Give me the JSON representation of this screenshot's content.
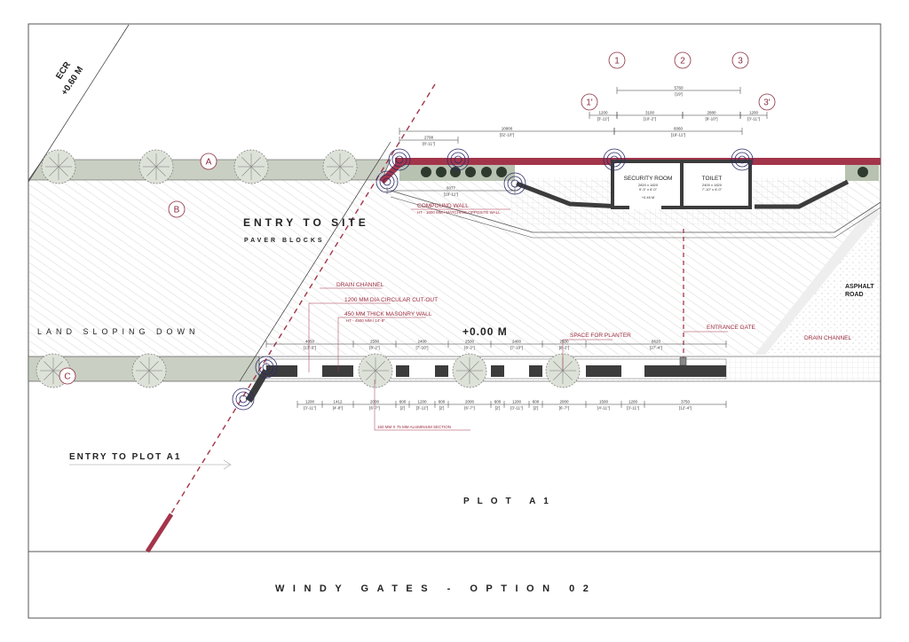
{
  "title": "WINDY GATES - OPTION 02",
  "labels": {
    "ecr": "ECR",
    "ecr_level": "+0.60 M",
    "entry_to_site": "ENTRY TO SITE",
    "paver_blocks": "PAVER BLOCKS",
    "land_sloping": "LAND SLOPING DOWN",
    "level_zero": "+0.00 M",
    "asphalt_road_1": "ASPHALT",
    "asphalt_road_2": "ROAD",
    "entry_to_plot": "ENTRY TO PLOT A1",
    "plot": "PLOT A1"
  },
  "annotations": {
    "compound_wall": "COMPOUND WALL",
    "compound_wall_sub": "HT - 1800 MM / MATCHING OPPOSITE WALL",
    "drain_channel_1": "DRAIN CHANNEL",
    "circular_cutout": "1200 MM DIA CIRCULAR CUT-OUT",
    "masonry_wall": "450 MM THICK MASONRY WALL",
    "masonry_wall_sub": "HT - 4500 MM / 14'-8\"",
    "space_for_planter": "SPACE FOR PLANTER",
    "entrance_gate": "ENTRANCE GATE",
    "drain_channel_2": "DRAIN CHANNEL",
    "aluminium_section": "150 MM X 75 MM ALUMINIUM SECTION"
  },
  "grid_markers": [
    "1",
    "2",
    "3",
    "1'",
    "3'",
    "A",
    "B",
    "C"
  ],
  "rooms": [
    {
      "name": "SECURITY ROOM",
      "size_mm": "2820 x 1820",
      "size_ft": "9'-3\" x 6'-0\"",
      "level": "+0.45 M"
    },
    {
      "name": "TOILET",
      "size_mm": "2400 x 1820",
      "size_ft": "7'-10\" x 6'-0\""
    }
  ],
  "dimensions_bottom": [
    {
      "mm": "1200",
      "ft": "[3'-11\"]"
    },
    {
      "mm": "1412",
      "ft": "[4'-8\"]"
    },
    {
      "mm": "2000",
      "ft": "[6'-7\"]"
    },
    {
      "mm": "600",
      "ft": "[2']"
    },
    {
      "mm": "1200",
      "ft": "[3'-11\"]"
    },
    {
      "mm": "600",
      "ft": "[2']"
    },
    {
      "mm": "2000",
      "ft": "[6'-7\"]"
    },
    {
      "mm": "600",
      "ft": "[2']"
    },
    {
      "mm": "1200",
      "ft": "[3'-11\"]"
    },
    {
      "mm": "600",
      "ft": "[2']"
    },
    {
      "mm": "2000",
      "ft": "[6'-7\"]"
    },
    {
      "mm": "1500",
      "ft": "[4'-11\"]"
    },
    {
      "mm": "1200",
      "ft": "[3'-11\"]"
    },
    {
      "mm": "3750",
      "ft": "[12'-4\"]"
    }
  ],
  "dimensions_wall_top": [
    {
      "mm": "4050",
      "ft": "[13'-3\"]"
    },
    {
      "mm": "2500",
      "ft": "[8'-2\"]"
    },
    {
      "mm": "2400",
      "ft": "[7'-10\"]"
    },
    {
      "mm": "2500",
      "ft": "[8'-2\"]"
    },
    {
      "mm": "2400",
      "ft": "[7'-10\"]"
    },
    {
      "mm": "2500",
      "ft": "[8'-2\"]"
    },
    {
      "mm": "8620",
      "ft": "[27'-4\"]"
    }
  ],
  "dimensions_building": [
    {
      "mm": "5760",
      "ft": "[19']"
    },
    {
      "mm": "1200",
      "ft": "[3'-11\"]"
    },
    {
      "mm": "3100",
      "ft": "[10'-2\"]"
    },
    {
      "mm": "2880",
      "ft": "[9'-10\"]"
    },
    {
      "mm": "1200",
      "ft": "[3'-11\"]"
    },
    {
      "mm": "6060",
      "ft": "[19'-11\"]"
    },
    {
      "mm": "10000",
      "ft": "[32'-10\"]"
    },
    {
      "mm": "2708",
      "ft": "[8'-11\"]"
    },
    {
      "mm": "6077",
      "ft": "[19'-11\"]"
    }
  ],
  "colors": {
    "wall_red": "#a3354a",
    "marker": "#8a2b3b",
    "planting": "#c9cfc3",
    "wall": "#3c3c3c",
    "ring": "#2a2a6a"
  }
}
